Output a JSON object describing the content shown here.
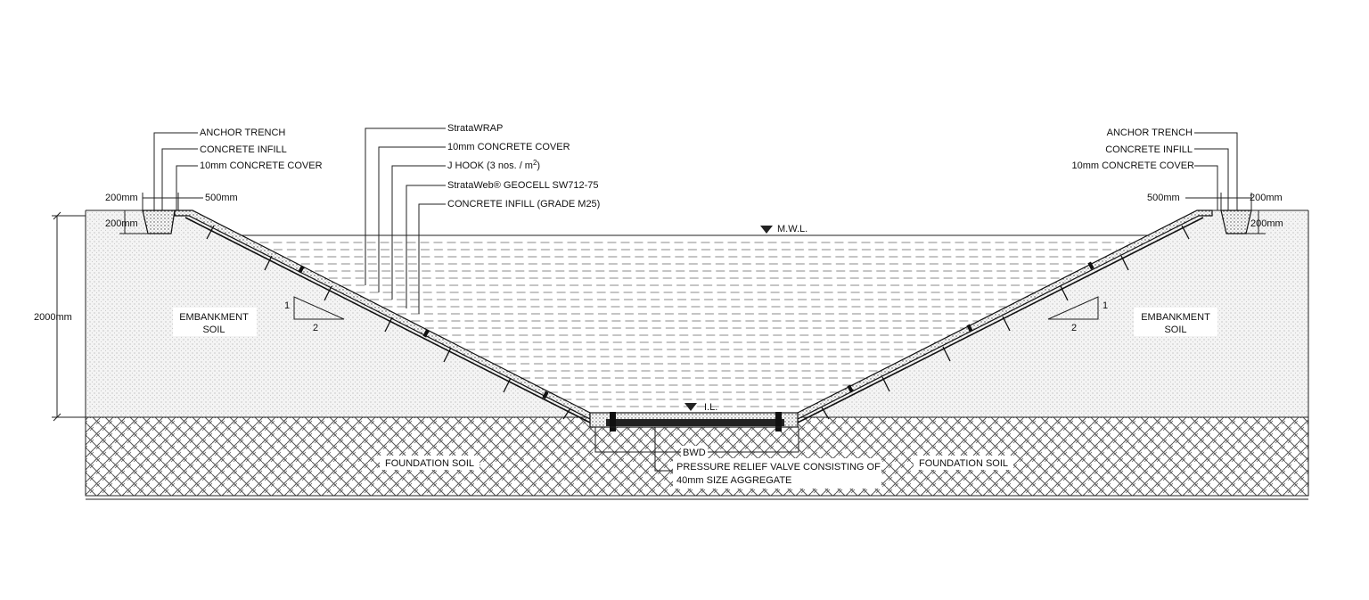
{
  "labels": {
    "left_anchor_trench": "ANCHOR TRENCH",
    "left_concrete_infill": "CONCRETE INFILL",
    "left_concrete_cover": "10mm CONCRETE COVER",
    "right_anchor_trench": "ANCHOR TRENCH",
    "right_concrete_infill": "CONCRETE INFILL",
    "right_concrete_cover": "10mm CONCRETE COVER",
    "strata_wrap": "StrataWRAP",
    "center_concrete_cover": "10mm CONCRETE COVER",
    "j_hook": "J HOOK (3 nos. / m",
    "j_hook_sup": "2",
    "j_hook_close": ")",
    "geocell": "StrataWeb® GEOCELL SW712-75",
    "concrete_infill_grade": "CONCRETE INFILL (GRADE M25)",
    "mwl": "M.W.L.",
    "il": "I.L.",
    "embankment_line1": "EMBANKMENT",
    "embankment_line2": "SOIL",
    "foundation_soil": "FOUNDATION SOIL",
    "bwd": "BWD",
    "prv_line1": "PRESSURE RELIEF VALVE CONSISTING OF",
    "prv_line2": "40mm  SIZE AGGREGATE",
    "slope_rise": "1",
    "slope_run": "2"
  },
  "dimensions": {
    "height": "2000mm",
    "left_trench_width": "200mm",
    "left_berm_width": "500mm",
    "left_trench_depth": "200mm",
    "right_berm_width": "500mm",
    "right_trench_width": "200mm",
    "right_trench_depth": "200mm"
  },
  "colors": {
    "line": "#222222",
    "soil_dot": "#9a9a9a",
    "water_dash": "#666666",
    "foundation_hatch": "#555555"
  }
}
